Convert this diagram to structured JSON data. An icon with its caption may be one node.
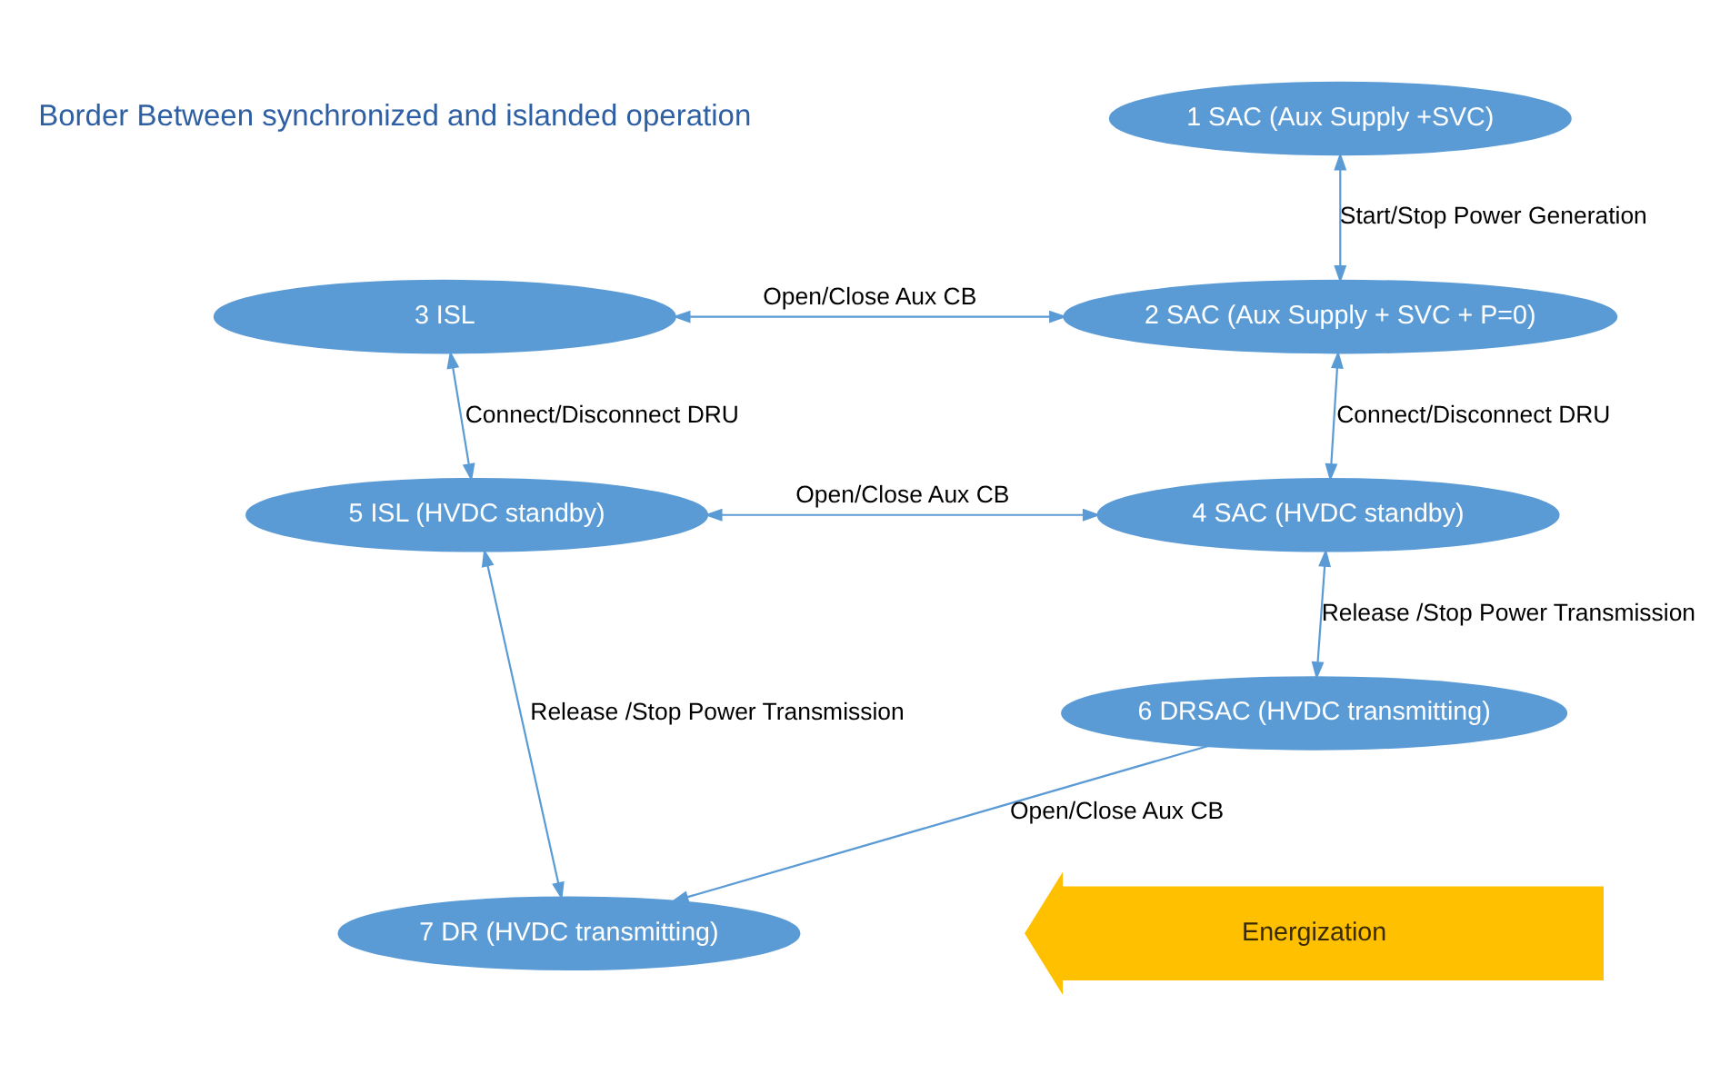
{
  "diagram": {
    "nodes": [
      {
        "text": [
          "1 SAC (Aux Supply +SVC)"
        ]
      },
      {
        "text": [
          "3 ISL"
        ]
      },
      {
        "text": [
          "2 SAC (Aux Supply + SVC + P=0)"
        ]
      },
      {
        "text": [
          "5 ISL (HVDC standby)"
        ]
      },
      {
        "text": [
          "4 SAC (HVDC standby)"
        ]
      },
      {
        "text": [
          "6 DRSAC (HVDC transmitting)"
        ]
      },
      {
        "text": [
          "7 DR (HVDC transmitting)"
        ]
      },
      {
        "text": [
          "Energization"
        ]
      }
    ],
    "edges": [
      {
        "from": 0,
        "to": 2,
        "arrow": "both",
        "label": "Start/Stop Power Generation"
      },
      {
        "from": 1,
        "to": 2,
        "arrow": "both",
        "label": "Open/Close Aux CB"
      },
      {
        "from": 1,
        "to": 3,
        "arrow": "both",
        "label": "Connect/Disconnect DRU"
      },
      {
        "from": 2,
        "to": 4,
        "arrow": "both",
        "label": "Connect/Disconnect DRU"
      },
      {
        "from": 3,
        "to": 4,
        "arrow": "both",
        "label": "Open/Close Aux CB"
      },
      {
        "from": 4,
        "to": 5,
        "arrow": "both",
        "label": "Release /Stop Power Transmission"
      },
      {
        "from": 3,
        "to": 6,
        "arrow": "both",
        "label": "Release /Stop Power Transmission"
      },
      {
        "from": 5,
        "to": 6,
        "arrow": "to",
        "label": "Open/Close Aux CB"
      }
    ],
    "labels": [
      "Border Between synchronized and islanded operation"
    ]
  }
}
